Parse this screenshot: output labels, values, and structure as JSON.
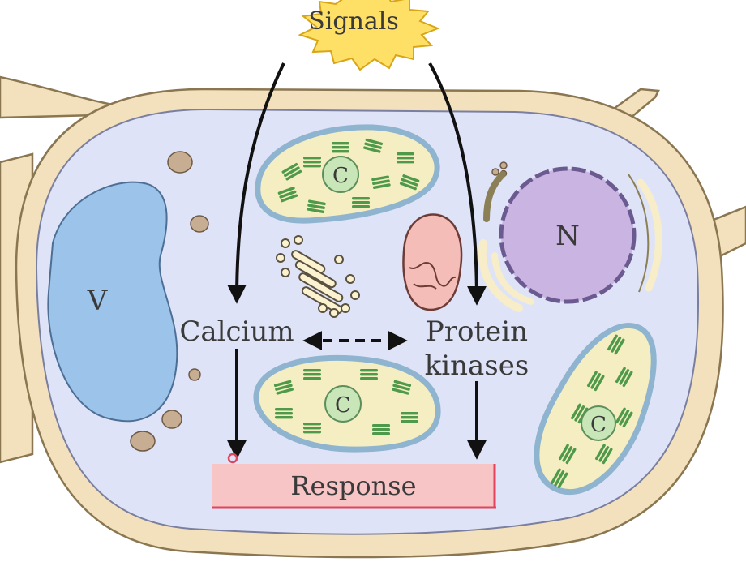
{
  "labels": {
    "signals": "Signals",
    "vacuole": "V",
    "nucleus": "N",
    "chloroplast": "C",
    "calcium": "Calcium",
    "protein_line1": "Protein",
    "protein_line2": "kinases",
    "response": "Response"
  },
  "colors": {
    "cell_wall": "#f3e1bd",
    "cell_wall_edge": "#8a7650",
    "cytoplasm": "#dfe3f7",
    "vacuole": "#9cc3ea",
    "nucleus": "#c9b4e2",
    "nucleus_edge": "#6a5a90",
    "chloroplast_fill": "#f4eec2",
    "chloroplast_border": "#8fb4cf",
    "thylakoid": "#4f9a4a",
    "mitochondrion": "#f4bdb7",
    "golgi": "#fbf2cf",
    "vesicle": "#c7ad92",
    "signals_burst": "#ffe067",
    "response_fill": "#f7c5c5",
    "response_edge": "#e0455b",
    "arrow": "#111111"
  }
}
